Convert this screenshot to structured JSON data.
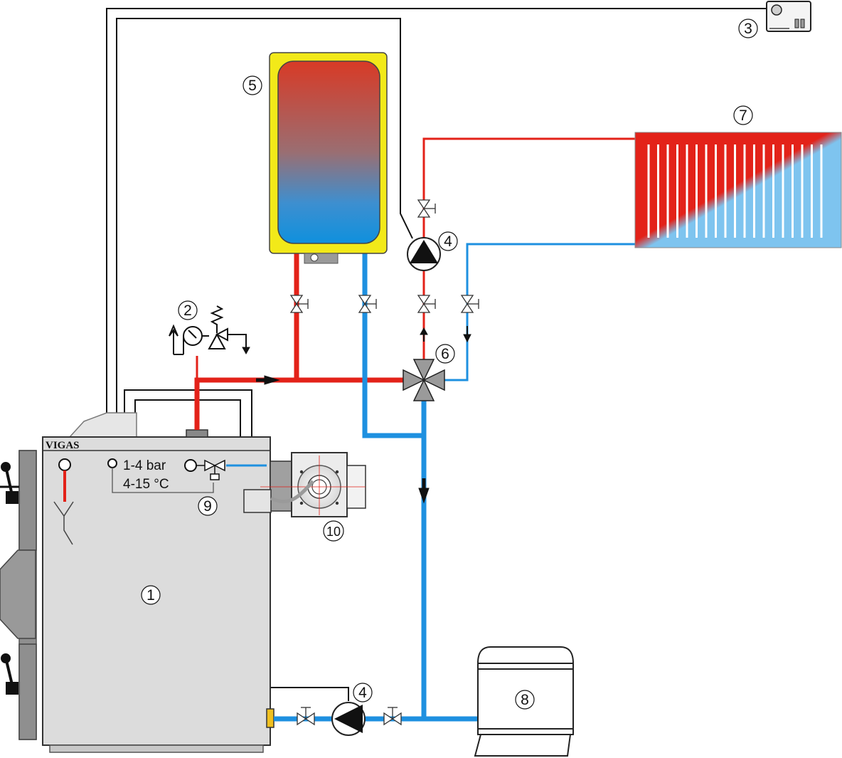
{
  "boiler": {
    "brand": "VIGAS",
    "pressure_label": "1-4 bar",
    "temp_label": "4-15 °C"
  },
  "markers": {
    "boiler": "1",
    "safety_group": "2",
    "controller": "3",
    "pump": "4",
    "water_heater": "5",
    "mixing_valve": "6",
    "radiator": "7",
    "expansion_tank": "8",
    "cooling_valve": "9",
    "burner": "10"
  },
  "colors": {
    "hot_pipe": "#e32219",
    "cold_pipe": "#1e90e0",
    "boiler_body": "#dcdcdc",
    "tank_shell": "#f2e919",
    "radiator_cold": "#7ec4ef"
  }
}
